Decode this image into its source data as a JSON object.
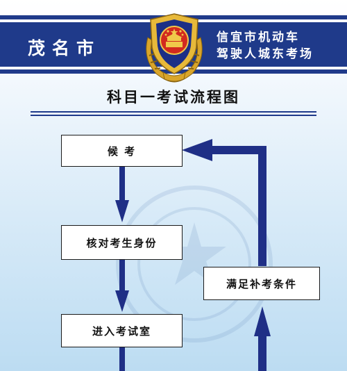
{
  "header": {
    "left_text": "茂名市",
    "right_line1": "信宜市机动车",
    "right_line2": "驾驶人城东考场",
    "emblem_icon": "police-emblem-icon"
  },
  "title": "科目一考试流程图",
  "flowchart": {
    "nodes": [
      {
        "id": "wait",
        "label": "候 考"
      },
      {
        "id": "verify",
        "label": "核对考生身份"
      },
      {
        "id": "enter",
        "label": "进入考试室"
      },
      {
        "id": "retake",
        "label": "满足补考条件"
      }
    ],
    "edges": [
      {
        "from": "wait",
        "to": "verify"
      },
      {
        "from": "verify",
        "to": "enter"
      },
      {
        "from": "enter",
        "to": "next"
      },
      {
        "from": "below",
        "to": "retake"
      },
      {
        "from": "retake",
        "to": "wait"
      }
    ]
  },
  "colors": {
    "banner": "#1f3a8a",
    "arrow": "#1f2f86",
    "emblem_gold": "#d9a52a",
    "emblem_red": "#d22a1f"
  }
}
